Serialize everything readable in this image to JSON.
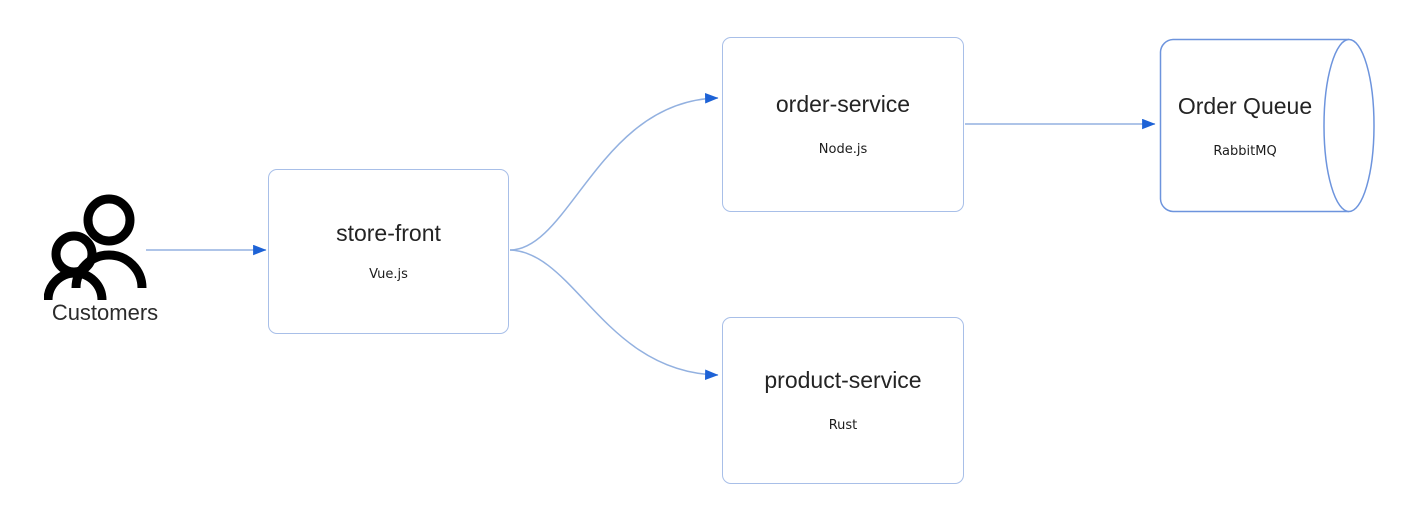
{
  "diagram": {
    "type": "architecture-flow",
    "background_color": "#ffffff",
    "node_border_color": "#a8bfe8",
    "edge_color": "#93b1e0",
    "arrowhead_color": "#1d62d6",
    "actor_color": "#000000"
  },
  "actor": {
    "name": "customers",
    "label": "Customers",
    "icon": "two-people-icon"
  },
  "nodes": [
    {
      "id": "store-front",
      "shape": "rounded-rectangle",
      "title": "store-front",
      "subtitle": "Vue.js"
    },
    {
      "id": "order-service",
      "shape": "rounded-rectangle",
      "title": "order-service",
      "subtitle": "Node.js"
    },
    {
      "id": "product-service",
      "shape": "rounded-rectangle",
      "title": "product-service",
      "subtitle": "Rust"
    },
    {
      "id": "order-queue",
      "shape": "cylinder",
      "title": "Order Queue",
      "subtitle": "RabbitMQ"
    }
  ],
  "edges": [
    {
      "id": "customers-to-store-front",
      "from": "customers",
      "to": "store-front",
      "style": "straight",
      "label": ""
    },
    {
      "id": "store-front-to-order-service",
      "from": "store-front",
      "to": "order-service",
      "style": "curved",
      "label": ""
    },
    {
      "id": "store-front-to-product-service",
      "from": "store-front",
      "to": "product-service",
      "style": "curved",
      "label": ""
    },
    {
      "id": "order-service-to-order-queue",
      "from": "order-service",
      "to": "order-queue",
      "style": "straight",
      "label": ""
    }
  ]
}
